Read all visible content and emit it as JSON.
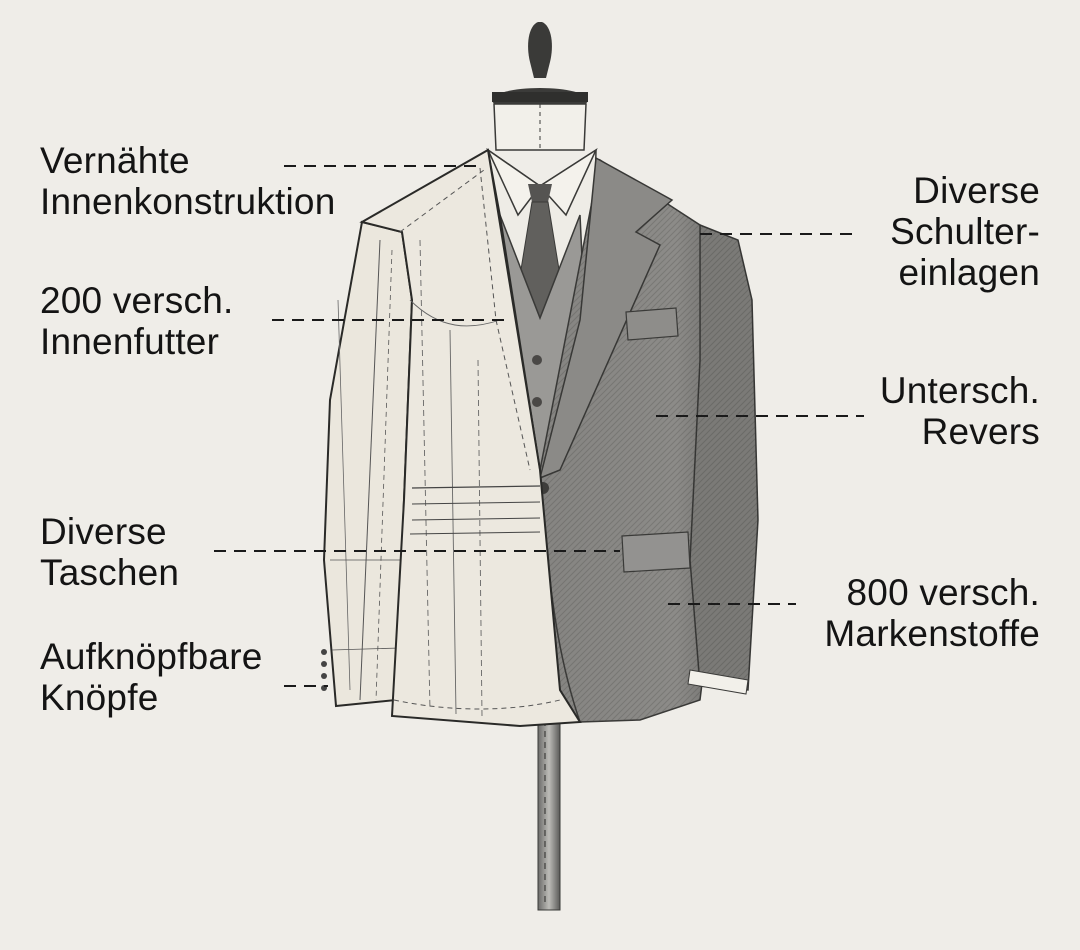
{
  "labels": {
    "vernahte": [
      "Vernähte",
      "Innenkonstruktion"
    ],
    "futter": [
      "200 versch.",
      "Innenfutter"
    ],
    "taschen": [
      "Diverse",
      "Taschen"
    ],
    "knoepfe": [
      "Aufknöpfbare",
      "Knöpfe"
    ],
    "schulter": [
      "Diverse",
      "Schulter-",
      "einlagen"
    ],
    "revers": [
      "Untersch.",
      "Revers"
    ],
    "stoffe": [
      "800 versch.",
      "Markenstoffe"
    ]
  },
  "colors": {
    "background": "#efede8",
    "text": "#141414",
    "fabric": "#8a8986",
    "fabric_dark": "#5e5d5a",
    "sketch_fill": "#ece8df",
    "sketch_line": "#3a3a38",
    "stand": "#4a4a48"
  }
}
